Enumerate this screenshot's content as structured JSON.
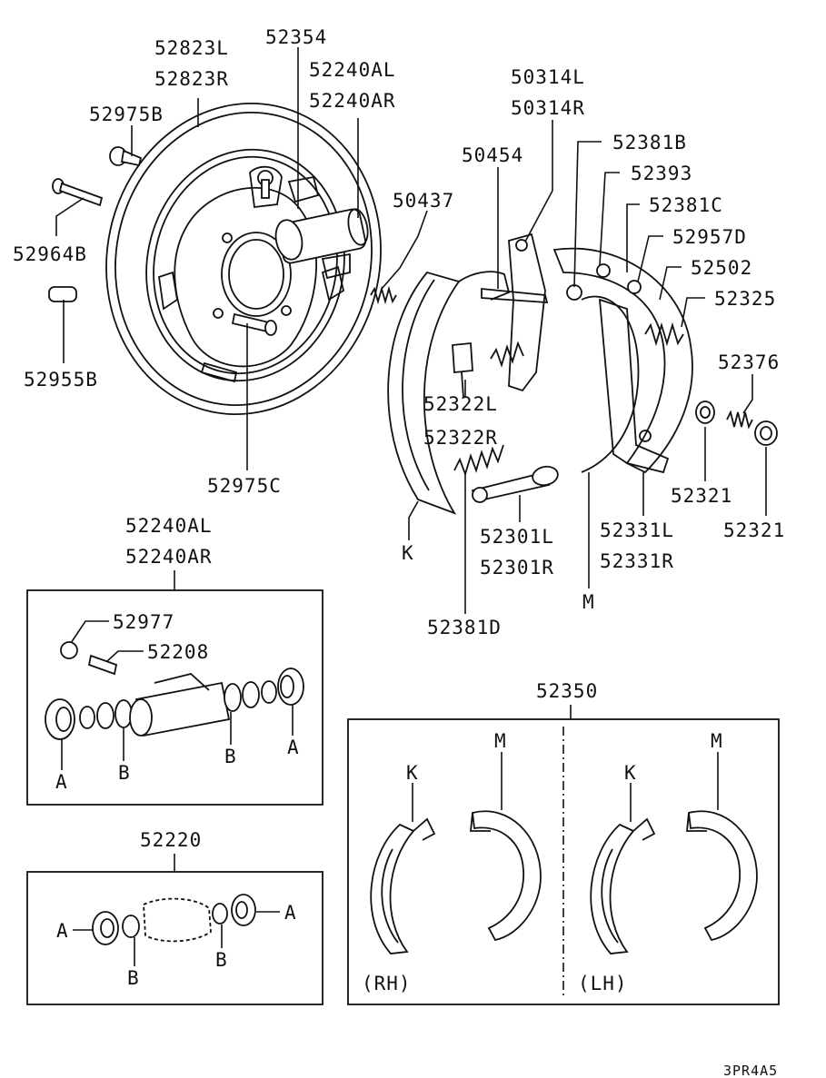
{
  "labels": {
    "backing_plate_l": "52823L",
    "backing_plate_r": "52823R",
    "bleeder_pin": "52354",
    "wheel_cyl_al": "52240AL",
    "wheel_cyl_ar": "52240AR",
    "nut_52975b": "52975B",
    "bolt_52964b": "52964B",
    "plug_52955b": "52955B",
    "stud_52975c": "52975C",
    "lever_50314l": "50314L",
    "lever_50314r": "50314R",
    "strut_50454": "50454",
    "spring_50437": "50437",
    "pin_52381b": "52381B",
    "part_52393": "52393",
    "pin_52381c": "52381C",
    "part_52957d": "52957D",
    "clip_52502": "52502",
    "spring_52325": "52325",
    "spring_52376": "52376",
    "cup_52321_a": "52321",
    "cup_52321_b": "52321",
    "holder_52322l": "52322L",
    "holder_52322r": "52322R",
    "adjuster_52301l": "52301L",
    "adjuster_52301r": "52301R",
    "lever_52331l": "52331L",
    "lever_52331r": "52331R",
    "pin_52381d": "52381D",
    "shoe_k": "K",
    "shoe_m": "M",
    "inset_wc_al": "52240AL",
    "inset_wc_ar": "52240AR",
    "cap_52977": "52977",
    "bleeder_52208": "52208",
    "kit_52220": "52220",
    "shoe_set_52350": "52350",
    "code": "3PR4A5"
  },
  "kit_letters": {
    "a": "A",
    "b": "B",
    "k": "K",
    "m": "M"
  },
  "sides": {
    "rh": "(RH)",
    "lh": "(LH)"
  }
}
